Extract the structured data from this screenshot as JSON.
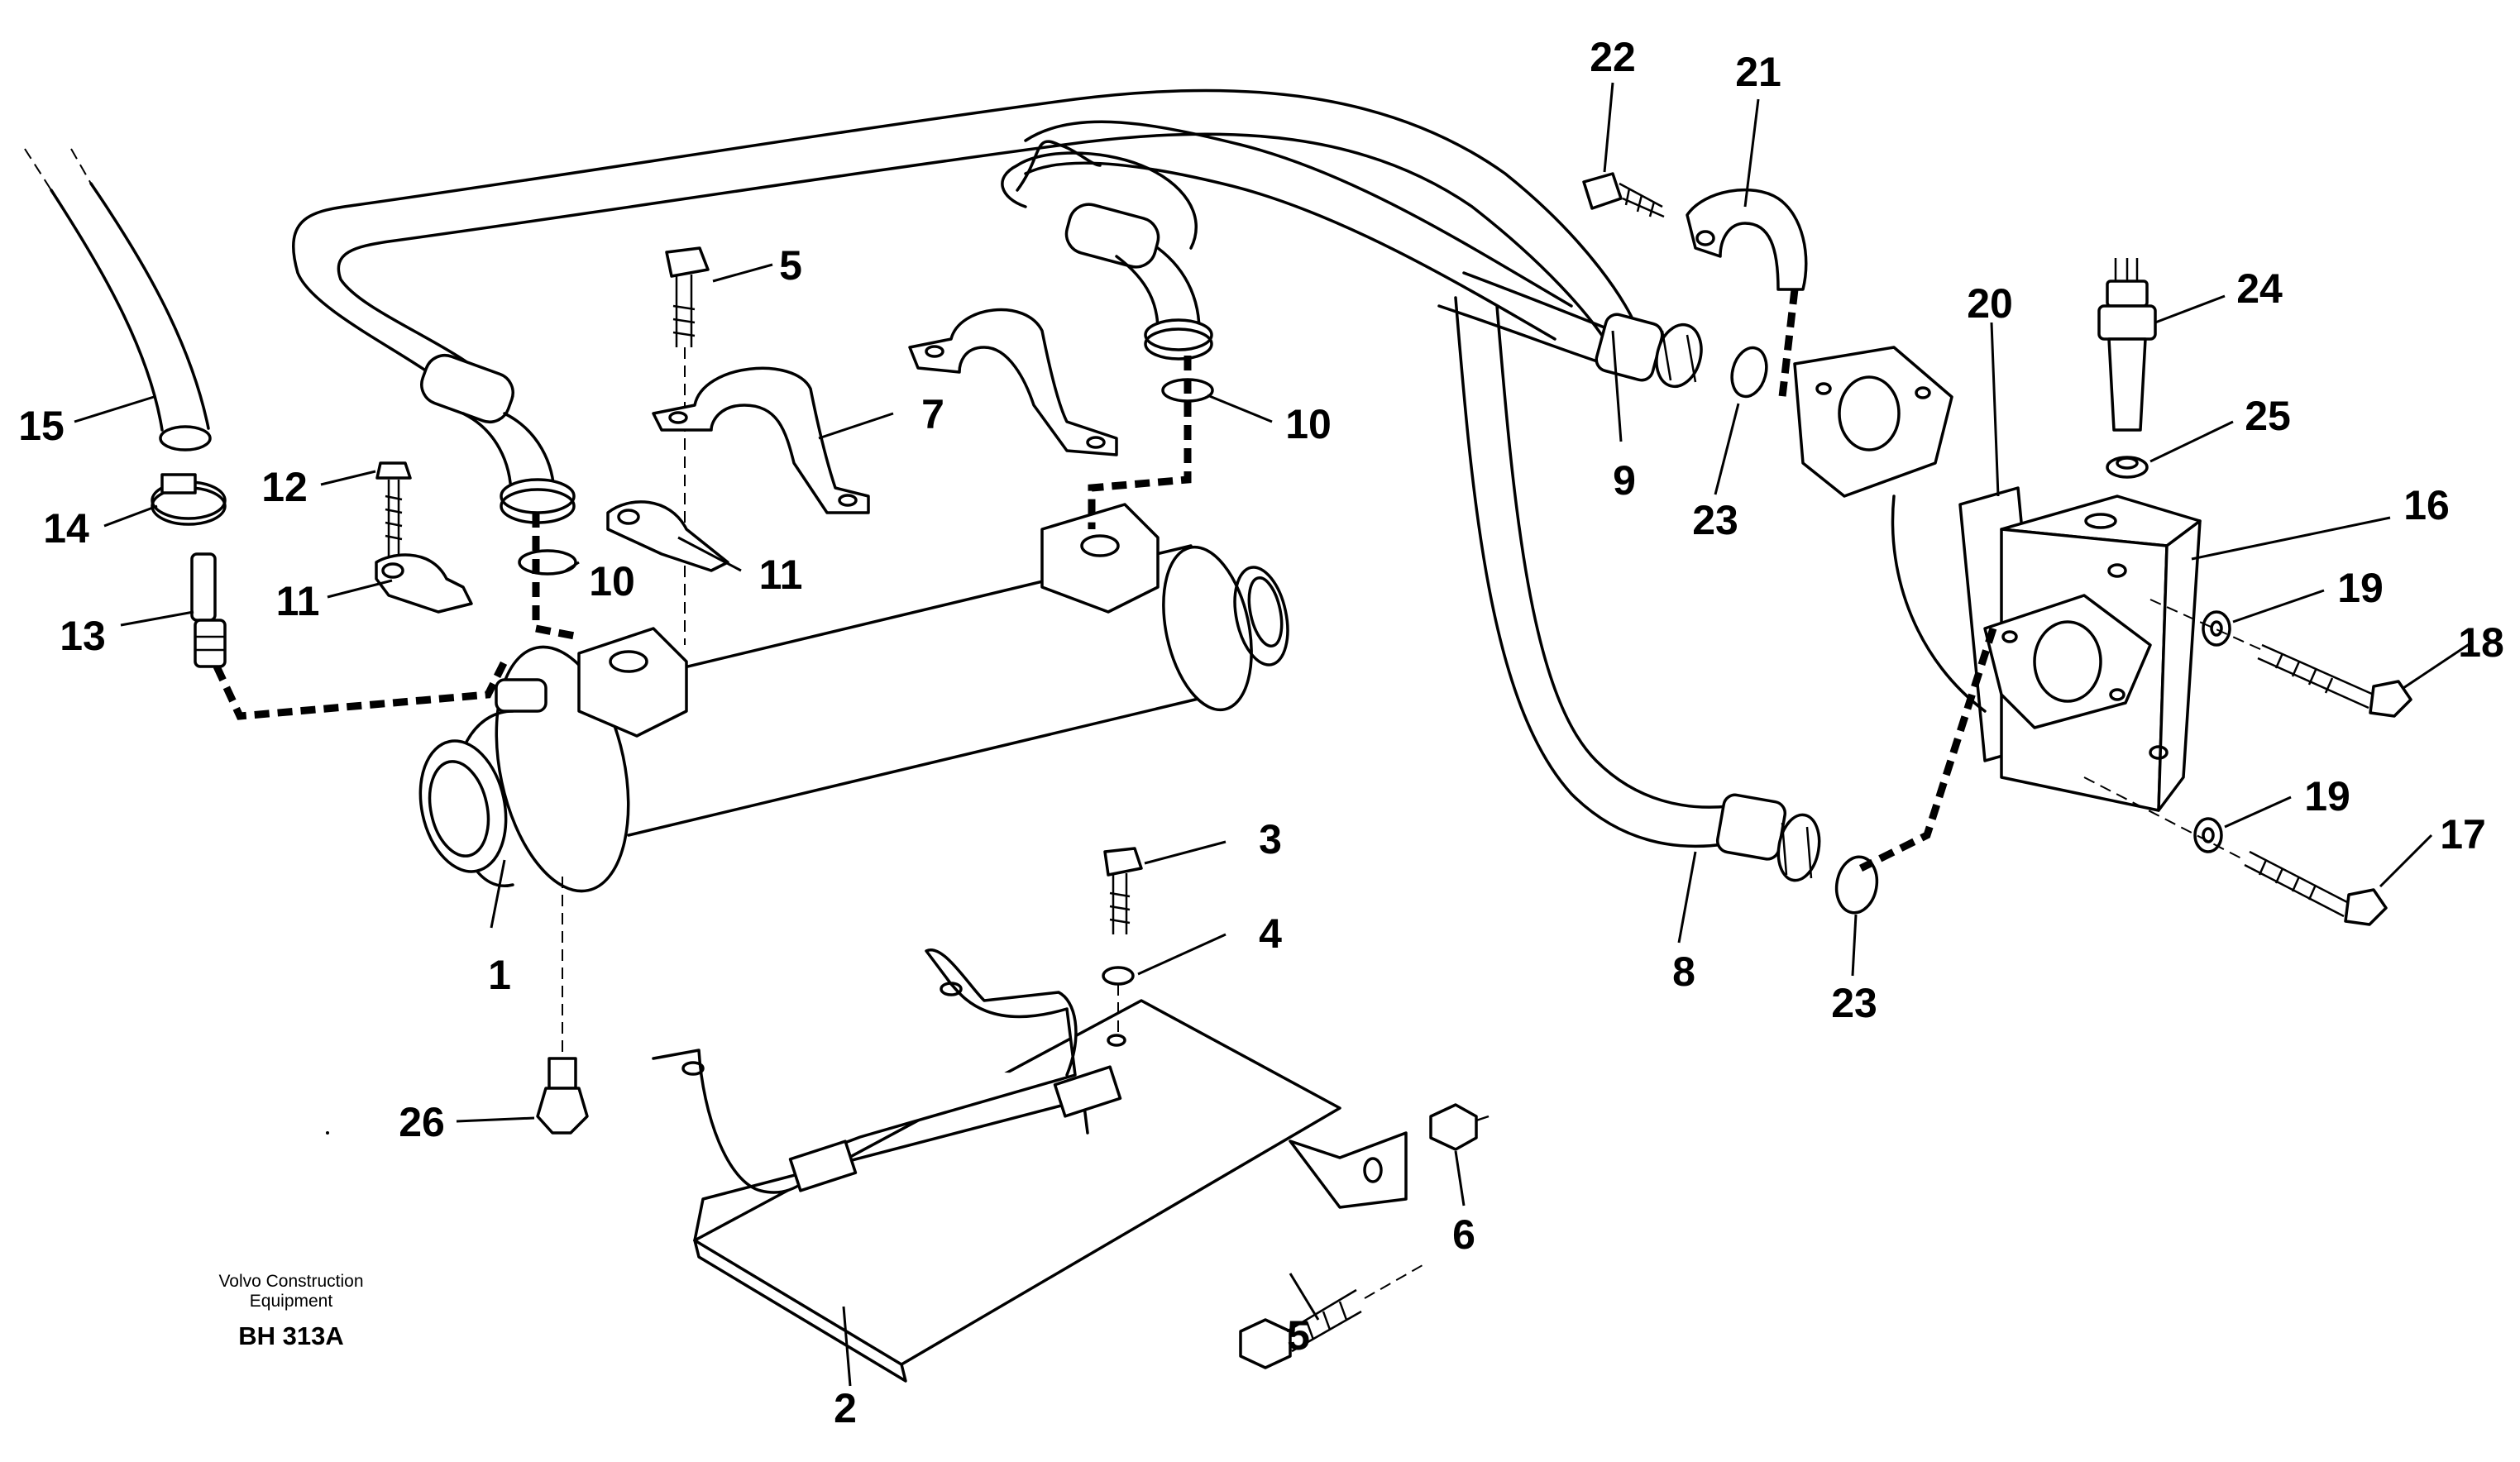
{
  "figure": {
    "caption_line1": "Volvo Construction",
    "caption_line2": "Equipment",
    "figure_code": "BH 313A"
  },
  "callouts": [
    {
      "id": "c1",
      "number": "1"
    },
    {
      "id": "c2",
      "number": "2"
    },
    {
      "id": "c3",
      "number": "3"
    },
    {
      "id": "c4",
      "number": "4"
    },
    {
      "id": "c5a",
      "number": "5"
    },
    {
      "id": "c5b",
      "number": "5"
    },
    {
      "id": "c6",
      "number": "6"
    },
    {
      "id": "c7",
      "number": "7"
    },
    {
      "id": "c8",
      "number": "8"
    },
    {
      "id": "c9",
      "number": "9"
    },
    {
      "id": "c10a",
      "number": "10"
    },
    {
      "id": "c10b",
      "number": "10"
    },
    {
      "id": "c11a",
      "number": "11"
    },
    {
      "id": "c11b",
      "number": "11"
    },
    {
      "id": "c12",
      "number": "12"
    },
    {
      "id": "c13",
      "number": "13"
    },
    {
      "id": "c14",
      "number": "14"
    },
    {
      "id": "c15",
      "number": "15"
    },
    {
      "id": "c16",
      "number": "16"
    },
    {
      "id": "c17",
      "number": "17"
    },
    {
      "id": "c18",
      "number": "18"
    },
    {
      "id": "c19a",
      "number": "19"
    },
    {
      "id": "c19b",
      "number": "19"
    },
    {
      "id": "c20",
      "number": "20"
    },
    {
      "id": "c21",
      "number": "21"
    },
    {
      "id": "c22",
      "number": "22"
    },
    {
      "id": "c23a",
      "number": "23"
    },
    {
      "id": "c23b",
      "number": "23"
    },
    {
      "id": "c24",
      "number": "24"
    },
    {
      "id": "c25",
      "number": "25"
    },
    {
      "id": "c26",
      "number": "26"
    }
  ]
}
